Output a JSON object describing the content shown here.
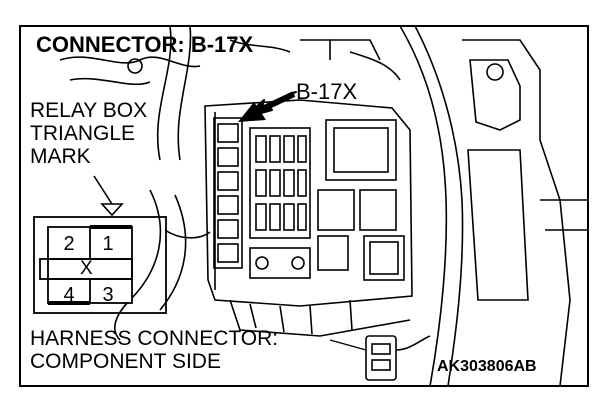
{
  "figure": {
    "title": "CONNECTOR: B-17X",
    "callout_label": "B-17X",
    "relay_box_note": [
      "RELAY BOX",
      "TRIANGLE",
      "MARK"
    ],
    "harness_note": [
      "HARNESS CONNECTOR:",
      "COMPONENT SIDE"
    ],
    "figure_id": "AK303806AB"
  },
  "connector_face": {
    "pins": [
      "2",
      "1",
      "4",
      "3"
    ],
    "center_mark": "X"
  },
  "colors": {
    "line": "#000000",
    "background": "#ffffff"
  }
}
